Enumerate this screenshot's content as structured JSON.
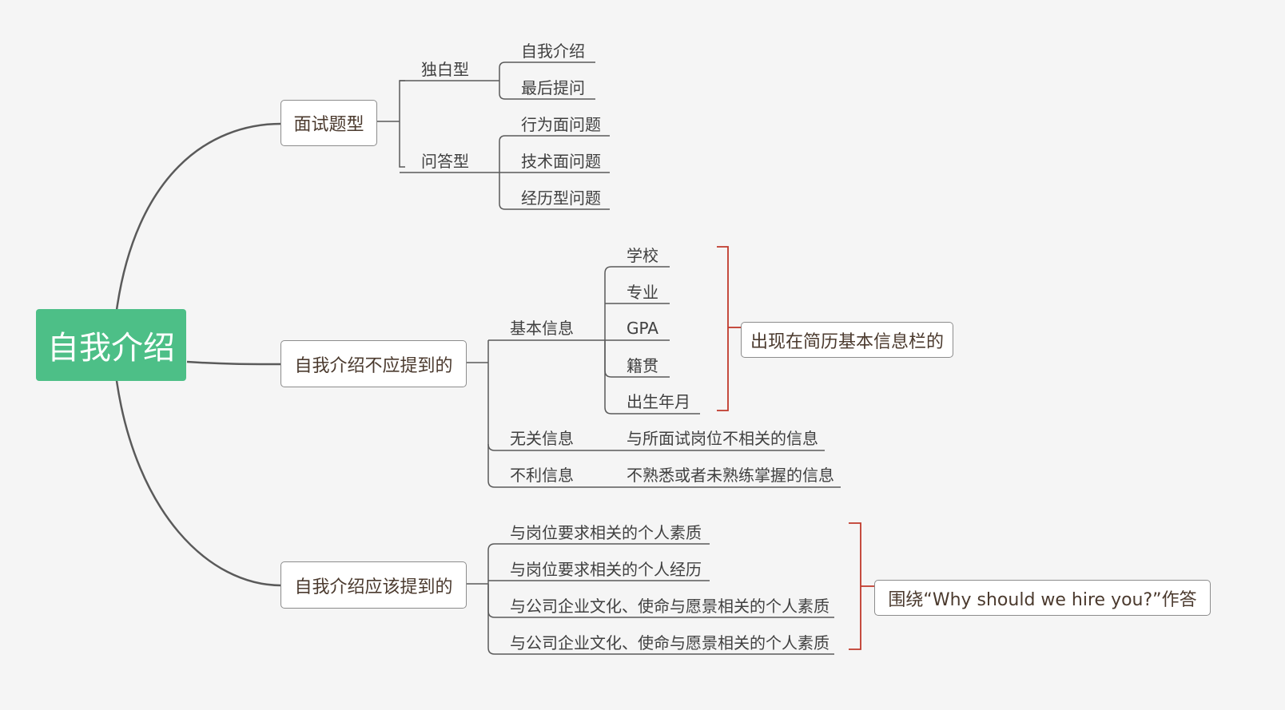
{
  "root": {
    "label": "自我介绍",
    "color": "#4dbf87"
  },
  "branch1": {
    "label": "面试题型",
    "monologue": {
      "label": "独白型",
      "items": [
        "自我介绍",
        "最后提问"
      ]
    },
    "qa": {
      "label": "问答型",
      "items": [
        "行为面问题",
        "技术面问题",
        "经历型问题"
      ]
    }
  },
  "branch2": {
    "label": "自我介绍不应提到的",
    "basic": {
      "label": "基本信息",
      "items": [
        "学校",
        "专业",
        "GPA",
        "籍贯",
        "出生年月"
      ]
    },
    "basic_note": "出现在简历基本信息栏的",
    "irrelevant": {
      "label": "无关信息",
      "detail": "与所面试岗位不相关的信息"
    },
    "unfavorable": {
      "label": "不利信息",
      "detail": "不熟悉或者未熟练掌握的信息"
    }
  },
  "branch3": {
    "label": "自我介绍应该提到的",
    "items": [
      "与岗位要求相关的个人素质",
      "与岗位要求相关的个人经历",
      "与公司企业文化、使命与愿景相关的个人素质",
      "与公司企业文化、使命与愿景相关的个人素质"
    ],
    "note": "围绕“Why should we hire you?”作答"
  },
  "colors": {
    "bracket": "#c0392b",
    "line": "#5a5a5a"
  }
}
